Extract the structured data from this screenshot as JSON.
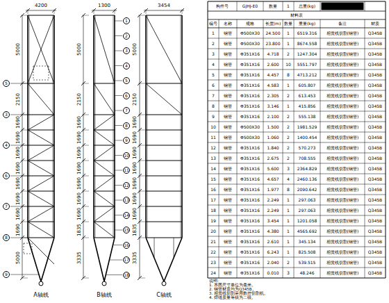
{
  "diagram": {
    "labels": [
      "4200",
      "5000",
      "2150",
      "1690",
      "1690",
      "1690",
      "1690",
      "1690",
      "1690",
      "1690",
      "1690",
      "5000",
      "5",
      "3",
      "4",
      "6",
      "7",
      "8",
      "9",
      "A轴线",
      "1300",
      "5000",
      "2150",
      "1690",
      "1690",
      "1690",
      "1690",
      "1690",
      "1690",
      "1690",
      "1835",
      "3335",
      "1",
      "2",
      "3",
      "4",
      "5",
      "6",
      "7",
      "8",
      "9",
      "10",
      "11",
      "12",
      "13",
      "14",
      "15",
      "16",
      "17",
      "18",
      "B轴线",
      "3454",
      "5000",
      "2150",
      "1690",
      "1690",
      "1690",
      "1690",
      "1690",
      "1690",
      "1690",
      "1835",
      "3335",
      "C轴线",
      "构件号",
      "GJHJ-E0",
      "数量",
      "1",
      "总重(kg)",
      "材料表",
      "编号",
      "名称",
      "规格",
      "长度(m)",
      "数量",
      "重量(kg)",
      "备注",
      "材质",
      "1",
      "钢管",
      "Φ500X30",
      "24.500",
      "1",
      "6519.316",
      "相贯线切割(钢管)",
      "Q345B",
      "2",
      "钢管",
      "Φ500X30",
      "23.800",
      "1",
      "8674.558",
      "相贯线切割(钢管)",
      "Q345B",
      "3",
      "钢管",
      "Φ351X16",
      "4.718",
      "2",
      "1247.304",
      "相贯线切割(钢管)",
      "Q345B",
      "4",
      "钢管",
      "Φ351X16",
      "2.600",
      "10",
      "5551.797",
      "相贯线切割(钢管)",
      "Q345B",
      "5",
      "钢管",
      "Φ351X16",
      "4.457",
      "8",
      "4713.212",
      "相贯线切割(钢管)",
      "Q345B",
      "6",
      "钢管",
      "Φ351X16",
      "4.583",
      "1",
      "605.807",
      "相贯线切割(钢管)",
      "Q345B",
      "7",
      "钢管",
      "Φ351X16",
      "2.305",
      "2",
      "613.453",
      "相贯线切割(钢管)",
      "Q345B",
      "8",
      "钢管",
      "Φ351X16",
      "3.146",
      "1",
      "415.856",
      "相贯线切割(钢管)",
      "Q345B",
      "9",
      "钢管",
      "Φ351X16",
      "2.100",
      "2",
      "555.138",
      "相贯线切割(钢管)",
      "Q345B",
      "10",
      "钢管",
      "Φ500X30",
      "1.500",
      "2",
      "1981.529",
      "相贯线切割(钢管)",
      "Q345B",
      "11",
      "钢管",
      "Φ500X30",
      "1.060",
      "2",
      "1400.454",
      "相贯线切割(钢管)",
      "Q345B",
      "12",
      "钢管",
      "Φ351X16",
      "1.840",
      "2",
      "570.273",
      "相贯线切割(钢管)",
      "Q345B",
      "13",
      "钢管",
      "Φ351X16",
      "2.675",
      "2",
      "708.555",
      "相贯线切割(钢管)",
      "Q345B",
      "14",
      "钢管",
      "Φ351X16",
      "5.600",
      "3",
      "2364.829",
      "相贯线切割(钢管)",
      "Q345B",
      "15",
      "钢管",
      "Φ351X16",
      "4.657",
      "4",
      "2460.136",
      "相贯线切割(钢管)",
      "Q345B",
      "16",
      "钢管",
      "Φ351X16",
      "1.977",
      "8",
      "2090.642",
      "相贯线切割(钢管)",
      "Q345B",
      "17",
      "钢管",
      "Φ351X16",
      "2.249",
      "1",
      "297.063",
      "相贯线切割(钢管)",
      "Q345B",
      "18",
      "钢管",
      "Φ351X16",
      "2.249",
      "1",
      "297.063",
      "相贯线切割(钢管)",
      "Q345B",
      "19",
      "钢管",
      "Φ351X16",
      "3.454",
      "1",
      "1201.058",
      "相贯线切割(钢管)",
      "Q345B",
      "20",
      "钢管",
      "Φ351X16",
      "4.380",
      "1",
      "4565.692",
      "相贯线切割(钢管)",
      "Q345B",
      "21",
      "钢管",
      "Φ351X16",
      "2.610",
      "1",
      "345.134",
      "相贯线切割(钢管)",
      "Q345B",
      "22",
      "钢管",
      "Φ351X16",
      "6.243",
      "1",
      "825.508",
      "相贯线切割(钢管)",
      "Q345B",
      "23",
      "钢管",
      "Φ351X16",
      "2.040",
      "2",
      "539.515",
      "相贯线切割(钢管)",
      "Q345B",
      "24",
      "钢管",
      "Φ351X16",
      "0.010",
      "3",
      "48.246",
      "相贯线切割(钢管)",
      "Q345B",
      "说明:",
      "1. 本图尺寸单位为毫米。",
      "2. 钢管材质均为Q345B。",
      "3. 相贯线切割采用数控切割机。",
      "4. 焊缝质量等级为二级。"
    ]
  }
}
